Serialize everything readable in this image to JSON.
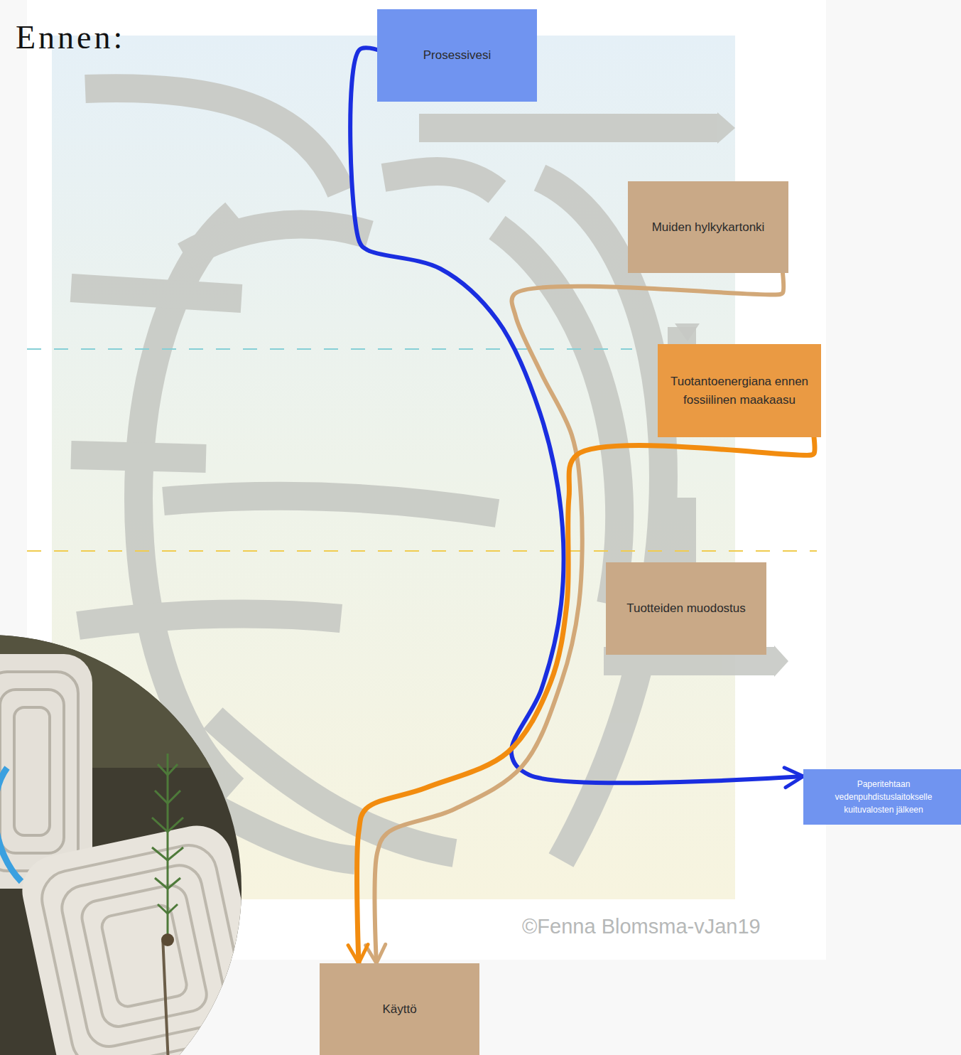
{
  "diagram": {
    "title": "Ennen:",
    "nodes": [
      {
        "text": [
          "Prosessivesi"
        ]
      },
      {
        "text": [
          "Muiden hylkykartonki"
        ]
      },
      {
        "text": [
          "Tuotantoenergiana ennen fossiilinen maakaasu"
        ]
      },
      {
        "text": [
          "Tuotteiden muodostus"
        ]
      },
      {
        "text": [
          "Paperitehtaan vedenpuhdistuslaitokselle kuituvalosten jälkeen"
        ]
      },
      {
        "text": [
          "Käyttö"
        ]
      }
    ],
    "edges": [
      {
        "from": 0,
        "to": 4,
        "arrow": "to"
      },
      {
        "from": 1,
        "to": 5,
        "arrow": "to"
      },
      {
        "from": 2,
        "to": 5,
        "arrow": "to"
      }
    ],
    "labels": [
      "©Fenna Blomsma-vJan19"
    ]
  }
}
